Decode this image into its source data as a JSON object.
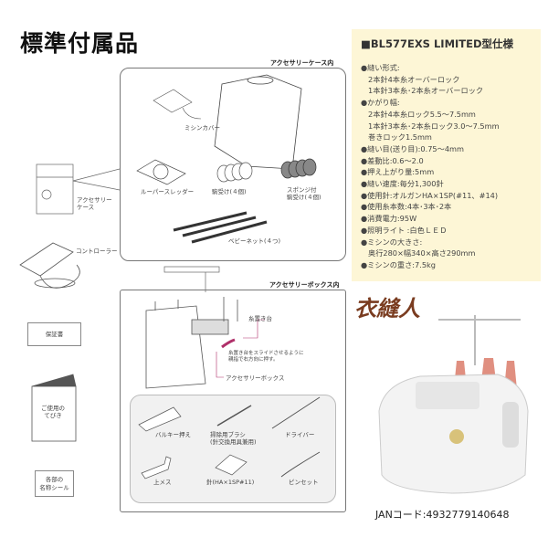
{
  "title": "標準付属品",
  "case_section": {
    "heading": "アクセサリーケース内",
    "items": {
      "cover": "ミシンカバー",
      "threader": "ルーパースレッダー",
      "spool_holder": "駒受け(４個)",
      "sponge_holder": "スポンジ付\n駒受け(４個)",
      "net": "ベビーネット(４つ)"
    }
  },
  "left_items": {
    "case": "アクセサリー\nケース",
    "controller": "コントローラー",
    "warranty": "保証書",
    "manual": "ご使用の\nてびき",
    "seal": "各部の\n名称シール"
  },
  "box_section": {
    "heading": "アクセサリーボックス内",
    "stand": "糸置き台",
    "instruction": "糸置き台をスライドさせるように\n親指で右方向に押す。",
    "box": "アクセサリーボックス",
    "items": {
      "bulky_foot": "バルキー押え",
      "brush": "掃除用ブラシ\n(針交換用具兼用)",
      "driver": "ドライバー",
      "upper_knife": "上メス",
      "needles": "針(HA×1SP#11)",
      "tweezers": "ピンセット"
    }
  },
  "spec": {
    "heading": "■BL577EXS LIMITED型仕様",
    "rows": [
      {
        "text": "●縫い形式:",
        "indent": false
      },
      {
        "text": "2本針4本糸オーバーロック",
        "indent": true
      },
      {
        "text": "1本針3本糸･2本糸オーバーロック",
        "indent": true
      },
      {
        "text": "●かがり幅:",
        "indent": false
      },
      {
        "text": "2本針4本糸ロック5.5～7.5mm",
        "indent": true
      },
      {
        "text": "1本針3本糸･2本糸ロック3.0～7.5mm",
        "indent": true
      },
      {
        "text": "巻きロック1.5mm",
        "indent": true
      },
      {
        "text": "●縫い目(送り目):0.75～4mm",
        "indent": false
      },
      {
        "text": "●差動比:0.6～2.0",
        "indent": false
      },
      {
        "text": "●押え上がり量:5mm",
        "indent": false
      },
      {
        "text": "●縫い速度:毎分1,300針",
        "indent": false
      },
      {
        "text": "●使用針:オルガンHA×1SP(#11、#14)",
        "indent": false
      },
      {
        "text": "●使用糸本数:4本･3本･2本",
        "indent": false
      },
      {
        "text": "●消費電力:95W",
        "indent": false
      },
      {
        "text": "●照明ライト :白色ＬＥＤ",
        "indent": false
      },
      {
        "text": "●ミシンの大きさ:",
        "indent": false
      },
      {
        "text": "奥行280×幅340×高さ290mm",
        "indent": true
      },
      {
        "text": "●ミシンの重さ:7.5kg",
        "indent": false
      }
    ]
  },
  "logo": "衣縫人",
  "jan": "JANコード:4932779140648",
  "colors": {
    "spec_bg": "#fdf6d6",
    "arrow": "#b0306a",
    "thread": "#e08f80",
    "logo": "#7a3c20"
  }
}
